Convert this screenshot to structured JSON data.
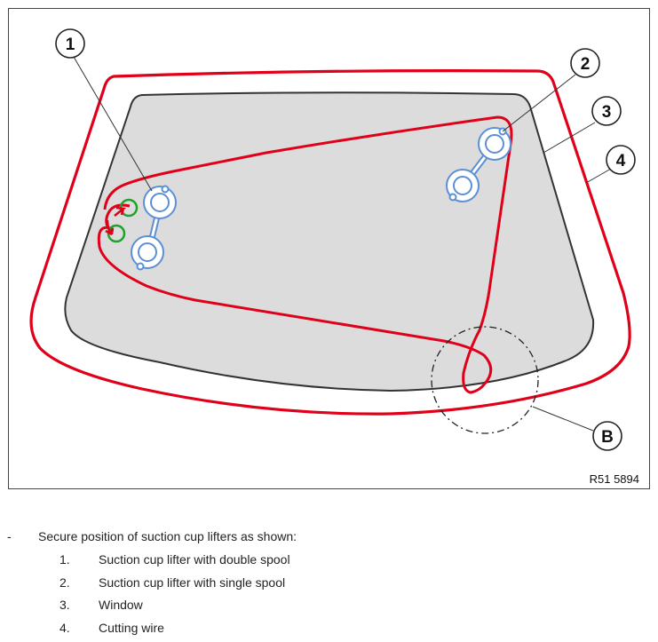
{
  "figure": {
    "callouts": [
      "1",
      "2",
      "3",
      "4",
      "B"
    ],
    "reference_code": "R51 5894",
    "colors": {
      "cutting_wire": "#e0001a",
      "window_fill": "#dcdcdc",
      "suction_cup": "#5b8fd6",
      "marker_green": "#1fa12b"
    }
  },
  "caption": {
    "bullet": "-",
    "intro": "Secure position of suction cup lifters as shown:",
    "items": [
      {
        "number": "1.",
        "label": "Suction cup lifter with double spool"
      },
      {
        "number": "2.",
        "label": "Suction cup lifter with single spool"
      },
      {
        "number": "3.",
        "label": "Window"
      },
      {
        "number": "4.",
        "label": "Cutting wire"
      }
    ]
  }
}
